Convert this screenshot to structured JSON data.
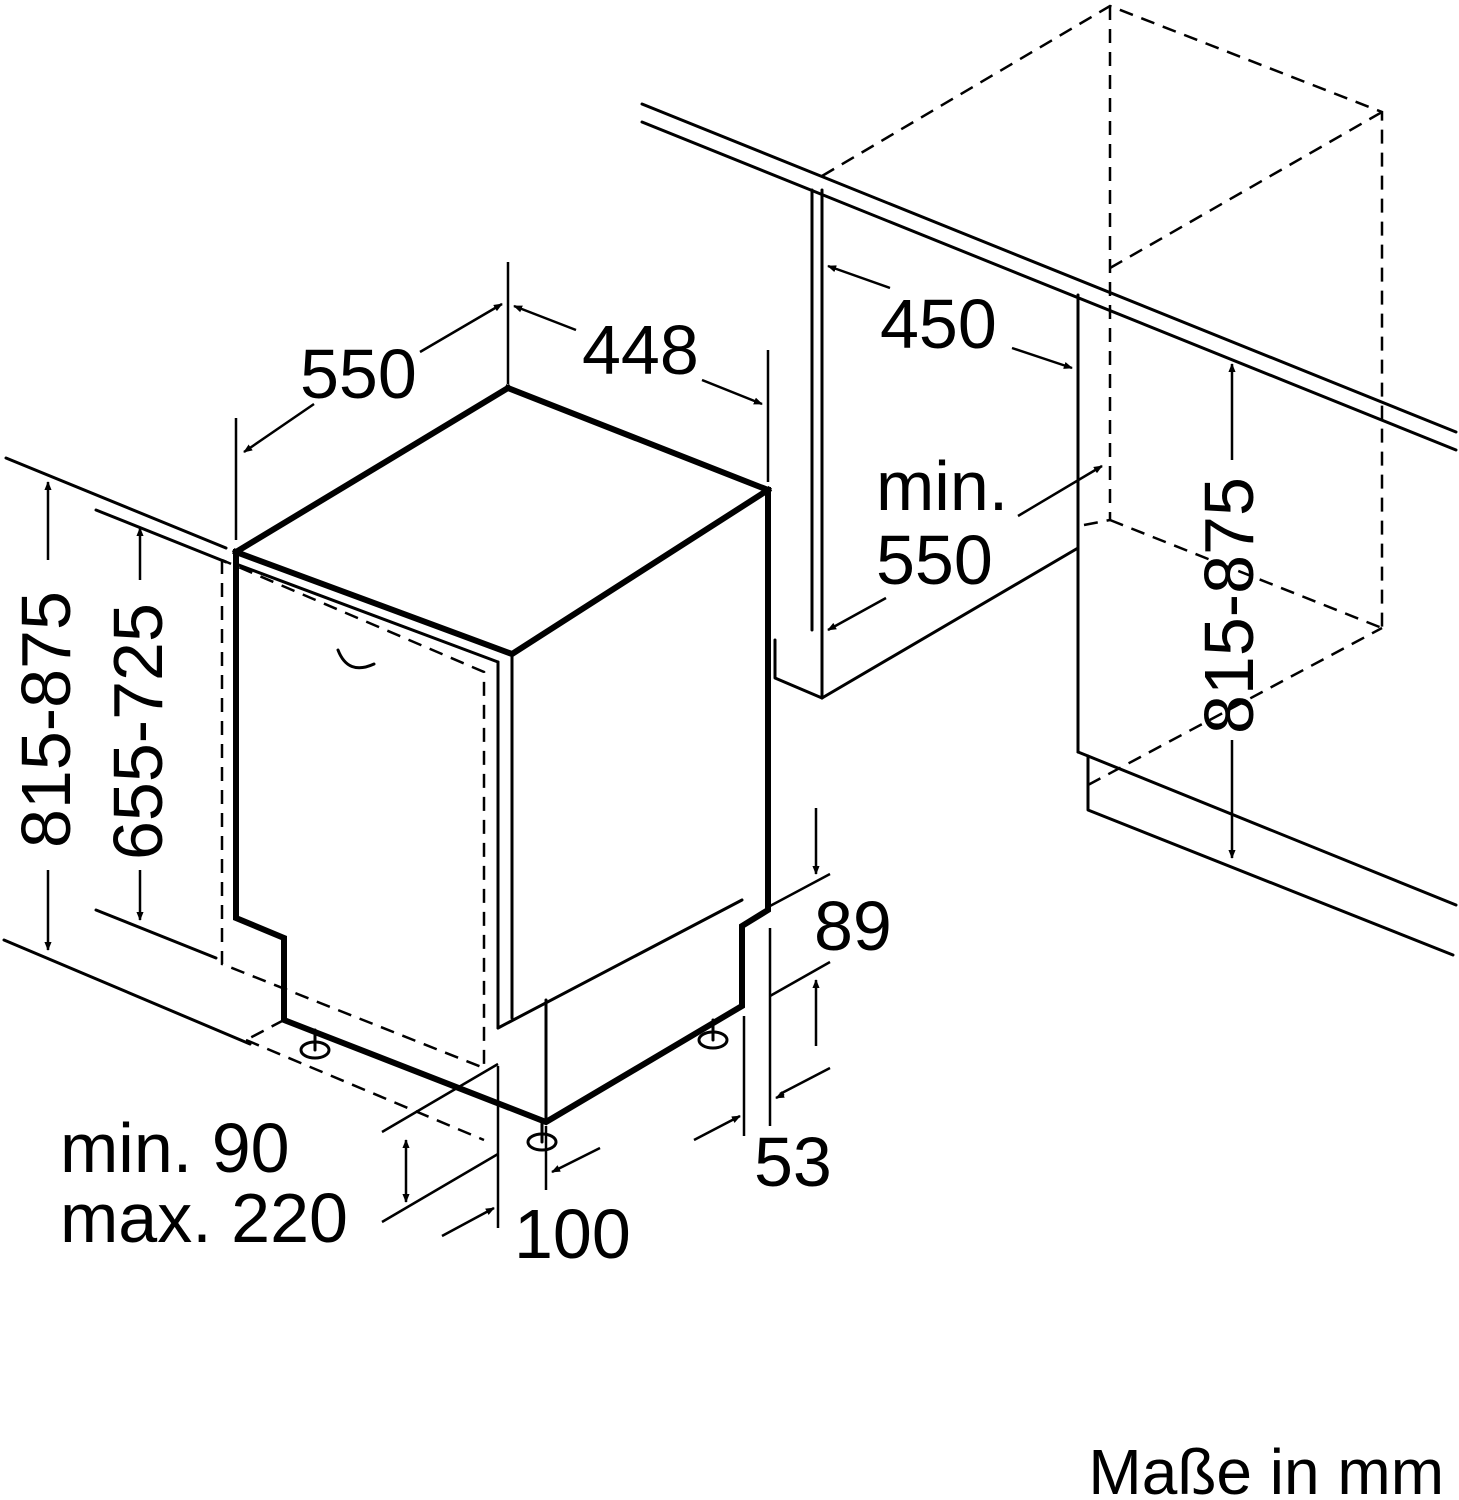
{
  "dimensions": {
    "depth": "550",
    "width": "448",
    "niche_width": "450",
    "niche_depth_line1": "min.",
    "niche_depth_line2": "550",
    "niche_height": "815-875",
    "total_height": "815-875",
    "door_height": "655-725",
    "plinth_height_top": "89",
    "plinth_recess": "53",
    "plinth_range_line1": "min. 90",
    "plinth_range_line2": "max. 220",
    "door_setback": "100"
  },
  "caption": "Maße in mm",
  "colors": {
    "line": "#000000",
    "background": "#ffffff"
  }
}
